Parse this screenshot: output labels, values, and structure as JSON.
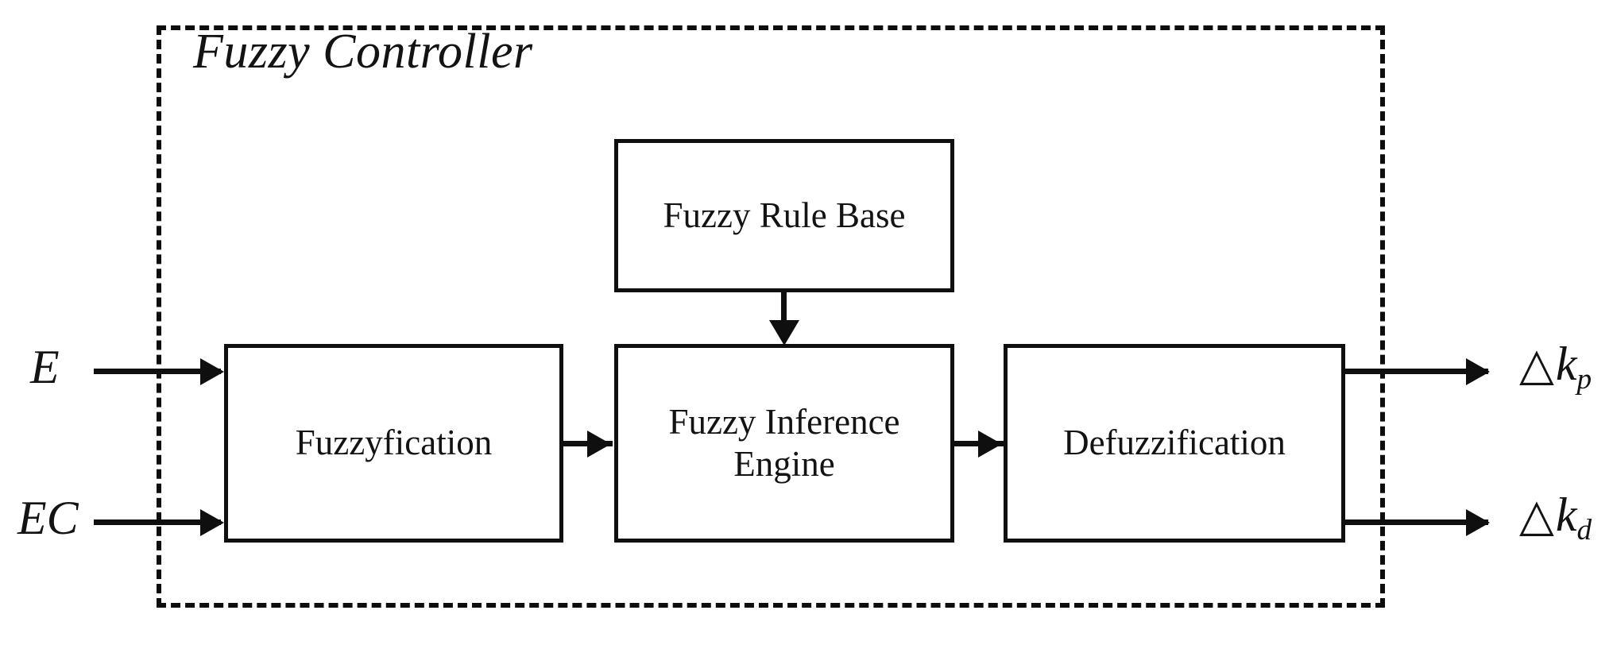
{
  "diagram": {
    "title": "Fuzzy Controller",
    "boundary_style": "dashed",
    "boxes": [
      {
        "id": "rule-base",
        "label": "Fuzzy Rule Base"
      },
      {
        "id": "fuzzyfication",
        "label": "Fuzzyfication"
      },
      {
        "id": "inference",
        "label": "Fuzzy Inference\nEngine"
      },
      {
        "id": "defuzzification",
        "label": "Defuzzification"
      }
    ],
    "inputs": [
      {
        "id": "e",
        "label": "E"
      },
      {
        "id": "ec",
        "label": "EC"
      }
    ],
    "outputs": [
      {
        "id": "dkp",
        "delta": "△",
        "base": "k",
        "subscript": "p"
      },
      {
        "id": "dkd",
        "delta": "△",
        "base": "k",
        "subscript": "d"
      }
    ],
    "connectors": [
      {
        "from": "E",
        "to": "Fuzzyfication",
        "direction": "right"
      },
      {
        "from": "EC",
        "to": "Fuzzyfication",
        "direction": "right"
      },
      {
        "from": "Fuzzyfication",
        "to": "Fuzzy Inference Engine",
        "direction": "right"
      },
      {
        "from": "Fuzzy Rule Base",
        "to": "Fuzzy Inference Engine",
        "direction": "down"
      },
      {
        "from": "Fuzzy Inference Engine",
        "to": "Defuzzification",
        "direction": "right"
      },
      {
        "from": "Defuzzification",
        "to": "△kp",
        "direction": "right"
      },
      {
        "from": "Defuzzification",
        "to": "△kd",
        "direction": "right"
      }
    ],
    "colors": {
      "stroke": "#0f0f0f",
      "text": "#131313",
      "background": "#ffffff"
    }
  }
}
